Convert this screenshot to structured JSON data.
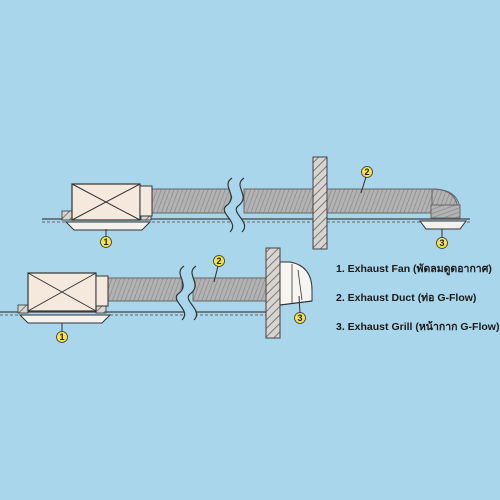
{
  "callouts": {
    "top_fan": "1",
    "top_duct": "2",
    "top_grill": "3",
    "bottom_fan": "1",
    "bottom_duct": "2",
    "bottom_grill": "3"
  },
  "legend": {
    "items": [
      {
        "label": "1. Exhaust Fan (พัดลมดูดอากาศ)"
      },
      {
        "label": "2. Exhaust Duct (ท่อ G-Flow)"
      },
      {
        "label": "3. Exhaust Grill (หน้ากาก G-Flow)"
      }
    ]
  },
  "colors": {
    "background": "#a9d6ea",
    "duct": "#a7a7a7",
    "fan_body": "#f5e8dc",
    "wall_hatch": "#8a8a8a",
    "callout_fill": "#f4e44a",
    "ceiling_line": "#444444"
  },
  "icons": {
    "fan": "exhaust-fan-icon",
    "grill": "exhaust-grill-icon",
    "wall": "wall-hatch-icon",
    "break": "duct-break-icon"
  }
}
